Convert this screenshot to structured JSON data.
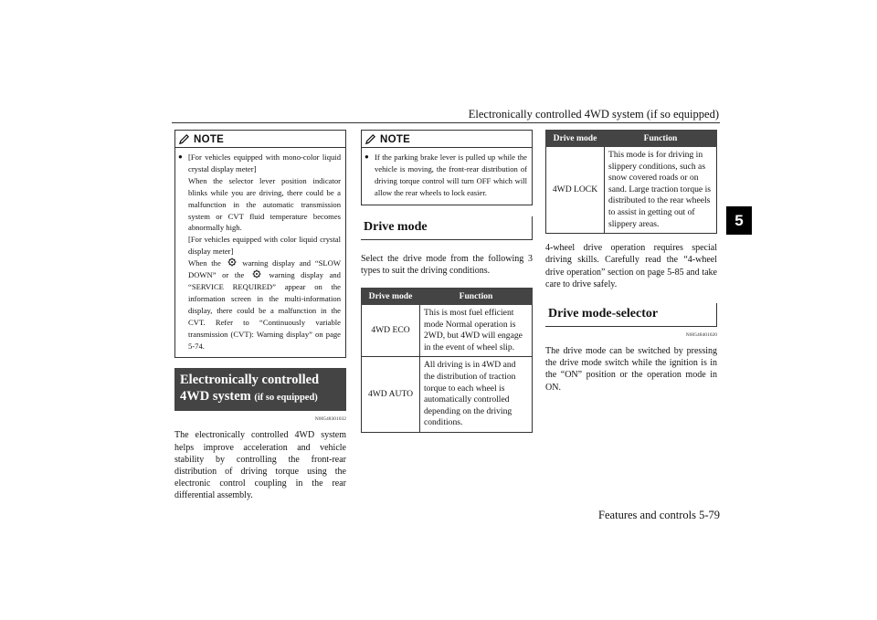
{
  "header": {
    "title": "Electronically controlled 4WD system (if so equipped)"
  },
  "footer": {
    "text": "Features and controls 5-79"
  },
  "tab": {
    "number": "5"
  },
  "note1": {
    "title": "NOTE",
    "line1": "[For vehicles equipped with mono-color liquid crystal display meter]",
    "line2": "When the selector lever position indicator blinks while you are driving, there could be a malfunction in the automatic transmission system or CVT fluid temperature becomes abnormally high.",
    "line3": "[For vehicles equipped with color liquid crystal display meter]",
    "line4a": "When the",
    "line4b": "warning display and “SLOW DOWN” or the",
    "line4c": "warning display and “SERVICE REQUIRED” appear on the information screen in the multi-information display, there could be a malfunction in the CVT. Refer to “Continuously variable transmission (CVT): Warning display” on page 5-74."
  },
  "section1": {
    "title": "Electronically controlled 4WD system",
    "subtitle": "(if so equipped)",
    "code": "N00548301032"
  },
  "para1": "The electronically controlled 4WD system helps improve acceleration and vehicle stability by controlling the front-rear distribution of driving torque using the electronic control coupling in the rear differential assembly.",
  "note2": {
    "title": "NOTE",
    "text": "If the parking brake lever is pulled up while the vehicle is moving, the front-rear distribution of driving torque control will turn OFF which will allow the rear wheels to lock easier."
  },
  "section2": {
    "title": "Drive mode"
  },
  "para2": "Select the drive mode from the following 3 types to suit the driving conditions.",
  "table": {
    "col1": "Drive mode",
    "col2": "Function",
    "rows": [
      {
        "mode": "4WD ECO",
        "function": "This is most fuel efficient mode Normal operation is 2WD, but 4WD will engage in the event of wheel slip."
      },
      {
        "mode": "4WD AUTO",
        "function": "All driving is in 4WD and the distribution of traction torque to each wheel is automatically controlled depending on the driving conditions."
      },
      {
        "mode": "4WD LOCK",
        "function": "This mode is for driving in slippery conditions, such as snow covered roads or on sand. Large traction torque is distributed to the rear wheels to assist in getting out of slippery areas."
      }
    ]
  },
  "para3": "4-wheel drive operation requires special driving skills. Carefully read the “4-wheel drive operation” section on page 5-85 and take care to drive safely.",
  "section3": {
    "title": "Drive mode-selector",
    "code": "N00548401020"
  },
  "para4": "The drive mode can be switched by pressing the drive mode switch while the ignition is in the “ON” position or the operation mode in ON."
}
